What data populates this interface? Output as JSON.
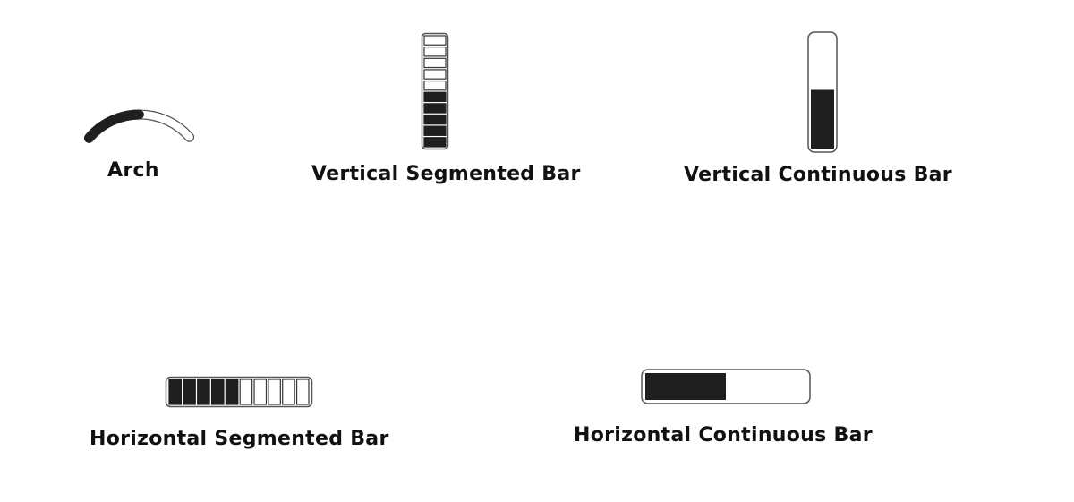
{
  "colors": {
    "fill": "#1f1f1f",
    "outline": "#555555",
    "background": "#ffffff"
  },
  "gauges": {
    "arch": {
      "label": "Arch",
      "level": 0.5
    },
    "vertical_segmented": {
      "label": "Vertical Segmented Bar",
      "segments_total": 10,
      "segments_filled": 5
    },
    "vertical_continuous": {
      "label": "Vertical Continuous Bar",
      "level": 0.5
    },
    "horizontal_segmented": {
      "label": "Horizontal Segmented Bar",
      "segments_total": 10,
      "segments_filled": 5
    },
    "horizontal_continuous": {
      "label": "Horizontal Continuous Bar",
      "level": 0.5
    }
  }
}
